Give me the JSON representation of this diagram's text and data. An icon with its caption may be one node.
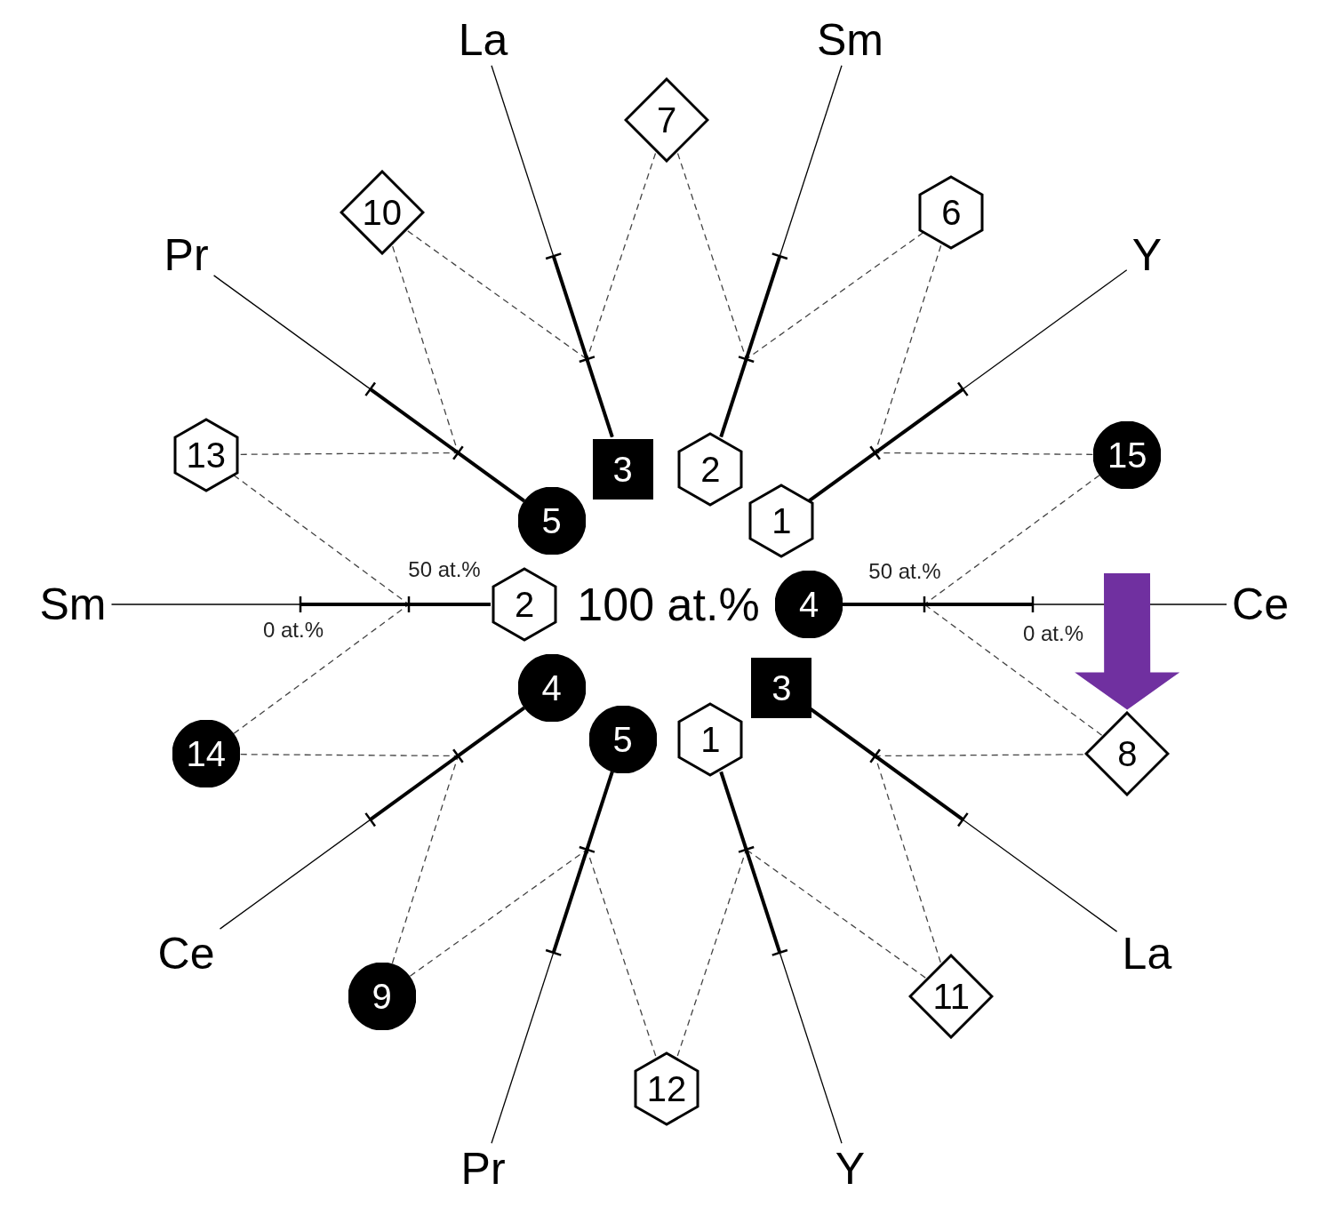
{
  "diagram": {
    "nodes": [
      {
        "text": [
          "La"
        ]
      },
      {
        "text": [
          "Sm"
        ]
      },
      {
        "text": [
          "7"
        ]
      },
      {
        "text": [
          "10"
        ]
      },
      {
        "text": [
          "6"
        ]
      },
      {
        "text": [
          "Pr"
        ]
      },
      {
        "text": [
          "Y"
        ]
      },
      {
        "text": [
          "13"
        ]
      },
      {
        "text": [
          "3"
        ]
      },
      {
        "text": [
          "2"
        ]
      },
      {
        "text": [
          "15"
        ]
      },
      {
        "text": [
          "5"
        ]
      },
      {
        "text": [
          "1"
        ]
      },
      {
        "text": [
          "Sm"
        ]
      },
      {
        "text": [
          "2"
        ]
      },
      {
        "text": [
          "4"
        ]
      },
      {
        "text": [
          "Ce"
        ]
      },
      {
        "text": [
          "4"
        ]
      },
      {
        "text": [
          "3"
        ]
      },
      {
        "text": [
          "5"
        ]
      },
      {
        "text": [
          "1"
        ]
      },
      {
        "text": [
          "14"
        ]
      },
      {
        "text": [
          "8"
        ]
      },
      {
        "text": [
          "Ce"
        ]
      },
      {
        "text": [
          "La"
        ]
      },
      {
        "text": [
          "9"
        ]
      },
      {
        "text": [
          "11"
        ]
      },
      {
        "text": [
          "12"
        ]
      },
      {
        "text": [
          "Pr"
        ]
      },
      {
        "text": [
          "Y"
        ]
      }
    ],
    "edges": [
      {
        "from": 0,
        "to": 8,
        "arrow": "none"
      },
      {
        "from": 1,
        "to": 9,
        "arrow": "none"
      },
      {
        "from": 5,
        "to": 11,
        "arrow": "none"
      },
      {
        "from": 6,
        "to": 12,
        "arrow": "none"
      },
      {
        "from": 13,
        "to": 14,
        "arrow": "none"
      },
      {
        "from": 16,
        "to": 15,
        "arrow": "none"
      },
      {
        "from": 23,
        "to": 17,
        "arrow": "none"
      },
      {
        "from": 24,
        "to": 18,
        "arrow": "none"
      },
      {
        "from": 28,
        "to": 19,
        "arrow": "none"
      },
      {
        "from": 29,
        "to": 20,
        "arrow": "none"
      },
      {
        "from": 2,
        "to": 8,
        "arrow": "none",
        "style": "dashed"
      },
      {
        "from": 2,
        "to": 9,
        "arrow": "none",
        "style": "dashed"
      },
      {
        "from": 3,
        "to": 8,
        "arrow": "none",
        "style": "dashed"
      },
      {
        "from": 3,
        "to": 11,
        "arrow": "none",
        "style": "dashed"
      },
      {
        "from": 4,
        "to": 9,
        "arrow": "none",
        "style": "dashed"
      },
      {
        "from": 4,
        "to": 12,
        "arrow": "none",
        "style": "dashed"
      },
      {
        "from": 7,
        "to": 14,
        "arrow": "none",
        "style": "dashed"
      },
      {
        "from": 7,
        "to": 11,
        "arrow": "none",
        "style": "dashed"
      },
      {
        "from": 10,
        "to": 12,
        "arrow": "none",
        "style": "dashed"
      },
      {
        "from": 10,
        "to": 15,
        "arrow": "none",
        "style": "dashed"
      },
      {
        "from": 21,
        "to": 17,
        "arrow": "none",
        "style": "dashed"
      },
      {
        "from": 21,
        "to": 14,
        "arrow": "none",
        "style": "dashed"
      },
      {
        "from": 22,
        "to": 15,
        "arrow": "none",
        "style": "dashed"
      },
      {
        "from": 22,
        "to": 18,
        "arrow": "none",
        "style": "dashed"
      },
      {
        "from": 25,
        "to": 19,
        "arrow": "none",
        "style": "dashed"
      },
      {
        "from": 25,
        "to": 17,
        "arrow": "none",
        "style": "dashed"
      },
      {
        "from": 26,
        "to": 18,
        "arrow": "none",
        "style": "dashed"
      },
      {
        "from": 26,
        "to": 20,
        "arrow": "none",
        "style": "dashed"
      },
      {
        "from": 27,
        "to": 20,
        "arrow": "none",
        "style": "dashed"
      },
      {
        "from": 27,
        "to": 19,
        "arrow": "none",
        "style": "dashed"
      },
      {
        "from": null,
        "to": 22,
        "arrow": "to",
        "style": "thick",
        "color": "#7030a0"
      }
    ],
    "labels": [
      "50 at.%",
      "50 at.%",
      "100 at.%",
      "0 at.%",
      "0 at.%"
    ]
  }
}
